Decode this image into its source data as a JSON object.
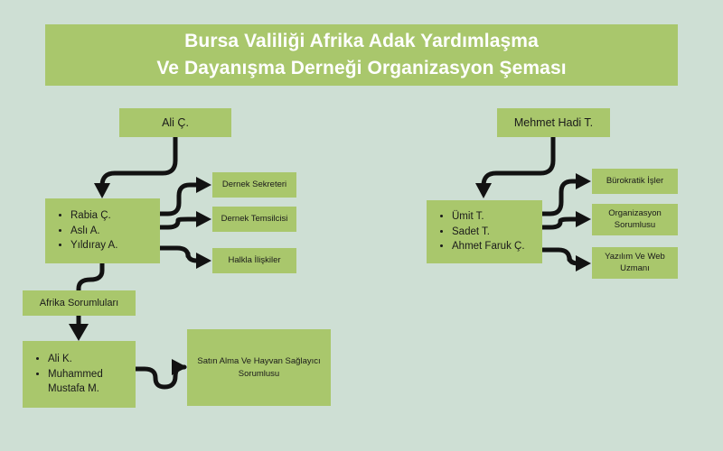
{
  "title": {
    "line1": "Bursa Valiliği Afrika Adak Yardımlaşma",
    "line2": "Ve Dayanışma Derneği Organizasyon Şeması"
  },
  "colors": {
    "background": "#cedfd4",
    "box": "#a9c76c",
    "title_text": "#ffffff",
    "body_text": "#1a1a1a",
    "connector": "#121212"
  },
  "left_branch": {
    "head": "Ali Ç.",
    "members": [
      "Rabia Ç.",
      "Aslı A.",
      "Yıldıray A."
    ],
    "roles": [
      {
        "line1": "Dernek Sekreteri"
      },
      {
        "line1": "Dernek Temsilcisi"
      },
      {
        "line1": "Halkla İlişkiler"
      }
    ]
  },
  "right_branch": {
    "head": "Mehmet Hadi T.",
    "members": [
      "Ümit T.",
      "Sadet T.",
      "Ahmet Faruk Ç."
    ],
    "roles": [
      {
        "line1": "Bürokratik İşler",
        "line2": ""
      },
      {
        "line1": "Organizasyon",
        "line2": "Sorumlusu"
      },
      {
        "line1": "Yazılım Ve Web",
        "line2": "Uzmanı"
      }
    ]
  },
  "bottom_branch": {
    "group_label": "Afrika Sorumluları",
    "members": [
      "Ali K.",
      "Muhammed",
      "Mustafa M."
    ],
    "target": {
      "line1": "Satın Alma",
      "line2": "Ve",
      "line3": "Hayvan Sağlayıcı Sorumlusu"
    }
  }
}
